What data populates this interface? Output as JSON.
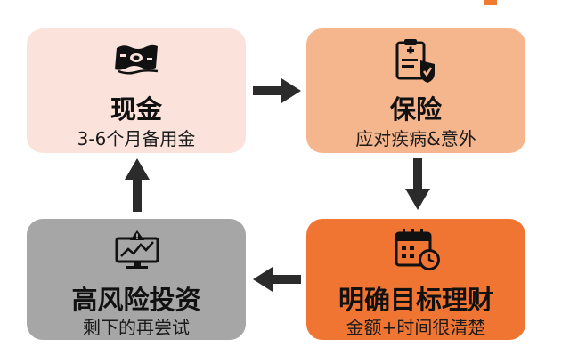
{
  "cards": {
    "cash": {
      "title": "现金",
      "subtitle": "3-6个月备用金",
      "icon": "money-icon",
      "color": "#fbe3dc"
    },
    "insurance": {
      "title": "保险",
      "subtitle": "应对疾病&意外",
      "icon": "medical-clipboard-shield-icon",
      "color": "#f5b68d"
    },
    "investment": {
      "title": "高风险投资",
      "subtitle": "剩下的再尝试",
      "icon": "risk-chart-monitor-icon",
      "color": "#a6a6a6"
    },
    "goals": {
      "title": "明确目标理财",
      "subtitle": "金额+时间很清楚",
      "icon": "calendar-clock-icon",
      "color": "#f07533"
    }
  },
  "flow": [
    "cash",
    "insurance",
    "goals",
    "investment",
    "cash"
  ]
}
